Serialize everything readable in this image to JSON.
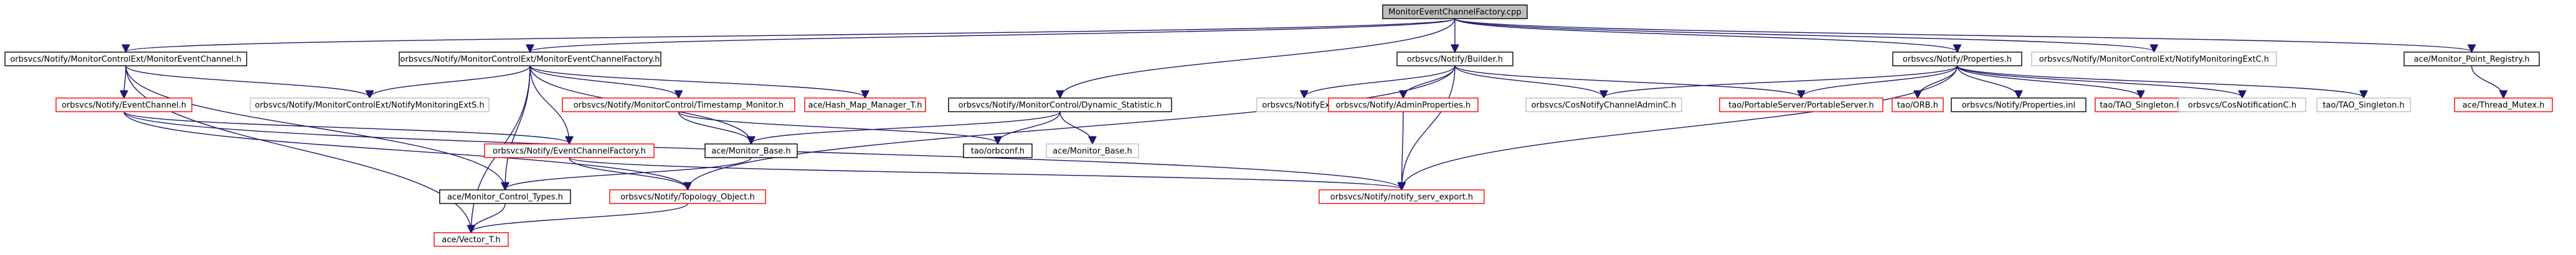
{
  "diagram": {
    "type": "include-dependency-graph",
    "colors": {
      "edge": "#191970",
      "node_border_default": "#000000",
      "node_border_missing": "#ff0000",
      "node_border_external": "#bfbfbf",
      "root_fill": "#bfbfbf"
    },
    "nodes": [
      {
        "id": "root",
        "label": "MonitorEventChannelFactory.cpp",
        "kind": "root"
      },
      {
        "id": "mec_h",
        "label": "orbsvcs/Notify/MonitorControlExt/MonitorEventChannel.h",
        "kind": "default"
      },
      {
        "id": "mecf_h",
        "label": "orbsvcs/Notify/MonitorControlExt/MonitorEventChannelFactory.h",
        "kind": "default"
      },
      {
        "id": "builder_h",
        "label": "orbsvcs/Notify/Builder.h",
        "kind": "default"
      },
      {
        "id": "properties_h",
        "label": "orbsvcs/Notify/Properties.h",
        "kind": "default"
      },
      {
        "id": "nmext_c",
        "label": "orbsvcs/Notify/MonitorControlExt/NotifyMonitoringExtC.h",
        "kind": "external"
      },
      {
        "id": "mpr_h",
        "label": "ace/Monitor_Point_Registry.h",
        "kind": "default"
      },
      {
        "id": "ec_h",
        "label": "orbsvcs/Notify/EventChannel.h",
        "kind": "missing"
      },
      {
        "id": "nmext_s",
        "label": "orbsvcs/Notify/MonitorControlExt/NotifyMonitoringExtS.h",
        "kind": "external"
      },
      {
        "id": "tsm_h",
        "label": "orbsvcs/Notify/MonitorControl/Timestamp_Monitor.h",
        "kind": "missing"
      },
      {
        "id": "hmm_h",
        "label": "ace/Hash_Map_Manager_T.h",
        "kind": "missing"
      },
      {
        "id": "dyn_h",
        "label": "orbsvcs/Notify/MonitorControl/Dynamic_Statistic.h",
        "kind": "default"
      },
      {
        "id": "nextc_h",
        "label": "orbsvcs/NotifyExtC.h",
        "kind": "external"
      },
      {
        "id": "adminprop_h",
        "label": "orbsvcs/Notify/AdminProperties.h",
        "kind": "missing"
      },
      {
        "id": "cosadmin_h",
        "label": "orbsvcs/CosNotifyChannelAdminC.h",
        "kind": "external"
      },
      {
        "id": "portable_h",
        "label": "tao/PortableServer/PortableServer.h",
        "kind": "missing"
      },
      {
        "id": "orb_h",
        "label": "tao/ORB.h",
        "kind": "missing"
      },
      {
        "id": "propinl_h",
        "label": "orbsvcs/Notify/Properties.inl",
        "kind": "default"
      },
      {
        "id": "taosing_h",
        "label": "tao/TAO_Singleton.h",
        "kind": "missing"
      },
      {
        "id": "cosnotc_h",
        "label": "orbsvcs/CosNotificationC.h",
        "kind": "external"
      },
      {
        "id": "taosing_ext",
        "label": "tao/TAO_Singleton.h",
        "kind": "external"
      },
      {
        "id": "mutex_h",
        "label": "ace/Thread_Mutex.h",
        "kind": "missing"
      },
      {
        "id": "ecf_h",
        "label": "orbsvcs/Notify/EventChannelFactory.h",
        "kind": "missing"
      },
      {
        "id": "monbase_h",
        "label": "ace/Monitor_Base.h",
        "kind": "default"
      },
      {
        "id": "orbconf_h",
        "label": "tao/orbconf.h",
        "kind": "default"
      },
      {
        "id": "monbase_ext",
        "label": "ace/Monitor_Base.h",
        "kind": "external"
      },
      {
        "id": "mct_h",
        "label": "ace/Monitor_Control_Types.h",
        "kind": "default"
      },
      {
        "id": "topo_h",
        "label": "orbsvcs/Notify/Topology_Object.h",
        "kind": "missing"
      },
      {
        "id": "export_h",
        "label": "orbsvcs/Notify/notify_serv_export.h",
        "kind": "missing"
      },
      {
        "id": "vector_h",
        "label": "ace/Vector_T.h",
        "kind": "missing"
      }
    ],
    "edges": [
      {
        "from": "root",
        "to": "mec_h"
      },
      {
        "from": "root",
        "to": "mecf_h"
      },
      {
        "from": "root",
        "to": "builder_h"
      },
      {
        "from": "root",
        "to": "properties_h"
      },
      {
        "from": "root",
        "to": "nmext_c"
      },
      {
        "from": "root",
        "to": "mpr_h"
      },
      {
        "from": "root",
        "to": "dyn_h"
      },
      {
        "from": "mec_h",
        "to": "ec_h"
      },
      {
        "from": "mec_h",
        "to": "nmext_s"
      },
      {
        "from": "mec_h",
        "to": "mct_h"
      },
      {
        "from": "mec_h",
        "to": "vector_h"
      },
      {
        "from": "mecf_h",
        "to": "nmext_s"
      },
      {
        "from": "mecf_h",
        "to": "tsm_h"
      },
      {
        "from": "mecf_h",
        "to": "hmm_h"
      },
      {
        "from": "mecf_h",
        "to": "ecf_h"
      },
      {
        "from": "mecf_h",
        "to": "monbase_h"
      },
      {
        "from": "mecf_h",
        "to": "mct_h"
      },
      {
        "from": "mecf_h",
        "to": "vector_h"
      },
      {
        "from": "builder_h",
        "to": "nextc_h"
      },
      {
        "from": "builder_h",
        "to": "adminprop_h"
      },
      {
        "from": "builder_h",
        "to": "cosadmin_h"
      },
      {
        "from": "builder_h",
        "to": "portable_h"
      },
      {
        "from": "builder_h",
        "to": "export_h"
      },
      {
        "from": "builder_h",
        "to": "topo_h"
      },
      {
        "from": "properties_h",
        "to": "cosadmin_h"
      },
      {
        "from": "properties_h",
        "to": "portable_h"
      },
      {
        "from": "properties_h",
        "to": "orb_h"
      },
      {
        "from": "properties_h",
        "to": "propinl_h"
      },
      {
        "from": "properties_h",
        "to": "taosing_h"
      },
      {
        "from": "properties_h",
        "to": "cosnotc_h"
      },
      {
        "from": "properties_h",
        "to": "taosing_ext"
      },
      {
        "from": "properties_h",
        "to": "export_h"
      },
      {
        "from": "mpr_h",
        "to": "mutex_h"
      },
      {
        "from": "ec_h",
        "to": "ecf_h"
      },
      {
        "from": "ec_h",
        "to": "topo_h"
      },
      {
        "from": "ec_h",
        "to": "export_h"
      },
      {
        "from": "tsm_h",
        "to": "monbase_h"
      },
      {
        "from": "tsm_h",
        "to": "orbconf_h"
      },
      {
        "from": "dyn_h",
        "to": "orbconf_h"
      },
      {
        "from": "dyn_h",
        "to": "monbase_ext"
      },
      {
        "from": "dyn_h",
        "to": "monbase_h"
      },
      {
        "from": "adminprop_h",
        "to": "export_h"
      },
      {
        "from": "ecf_h",
        "to": "topo_h"
      },
      {
        "from": "ecf_h",
        "to": "export_h"
      },
      {
        "from": "monbase_h",
        "to": "mct_h"
      },
      {
        "from": "mct_h",
        "to": "vector_h"
      },
      {
        "from": "topo_h",
        "to": "vector_h"
      }
    ]
  }
}
